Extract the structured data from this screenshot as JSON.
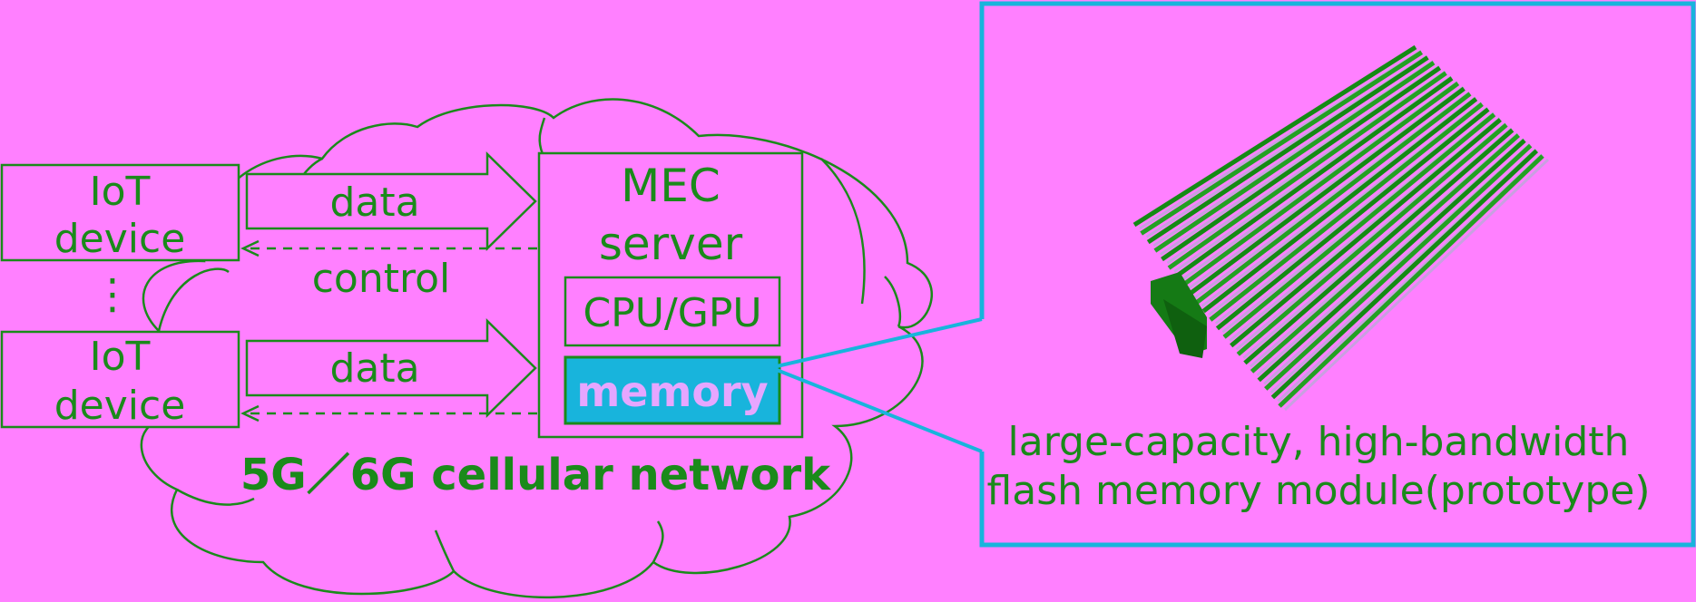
{
  "colors": {
    "background": "#ff80ff",
    "stroke": "#1a8a1a",
    "text": "#1a8a1a",
    "accent_cyan": "#18b4dc",
    "memory_text": "#e6a6ff"
  },
  "iot_devices": [
    {
      "line1": "IoT",
      "line2": "device"
    },
    {
      "line1": "IoT",
      "line2": "device"
    }
  ],
  "ellipsis": "⋮",
  "arrows": {
    "data_top": "data",
    "control": "control",
    "data_bottom": "data"
  },
  "mec_server": {
    "title_line1": "MEC",
    "title_line2": "server",
    "cpu_label": "CPU/GPU",
    "memory_label": "memory"
  },
  "network_label": "5G／6G cellular network",
  "module_panel": {
    "caption_line1": "large-capacity, high-bandwidth",
    "caption_line2": "flash memory module(prototype)"
  }
}
